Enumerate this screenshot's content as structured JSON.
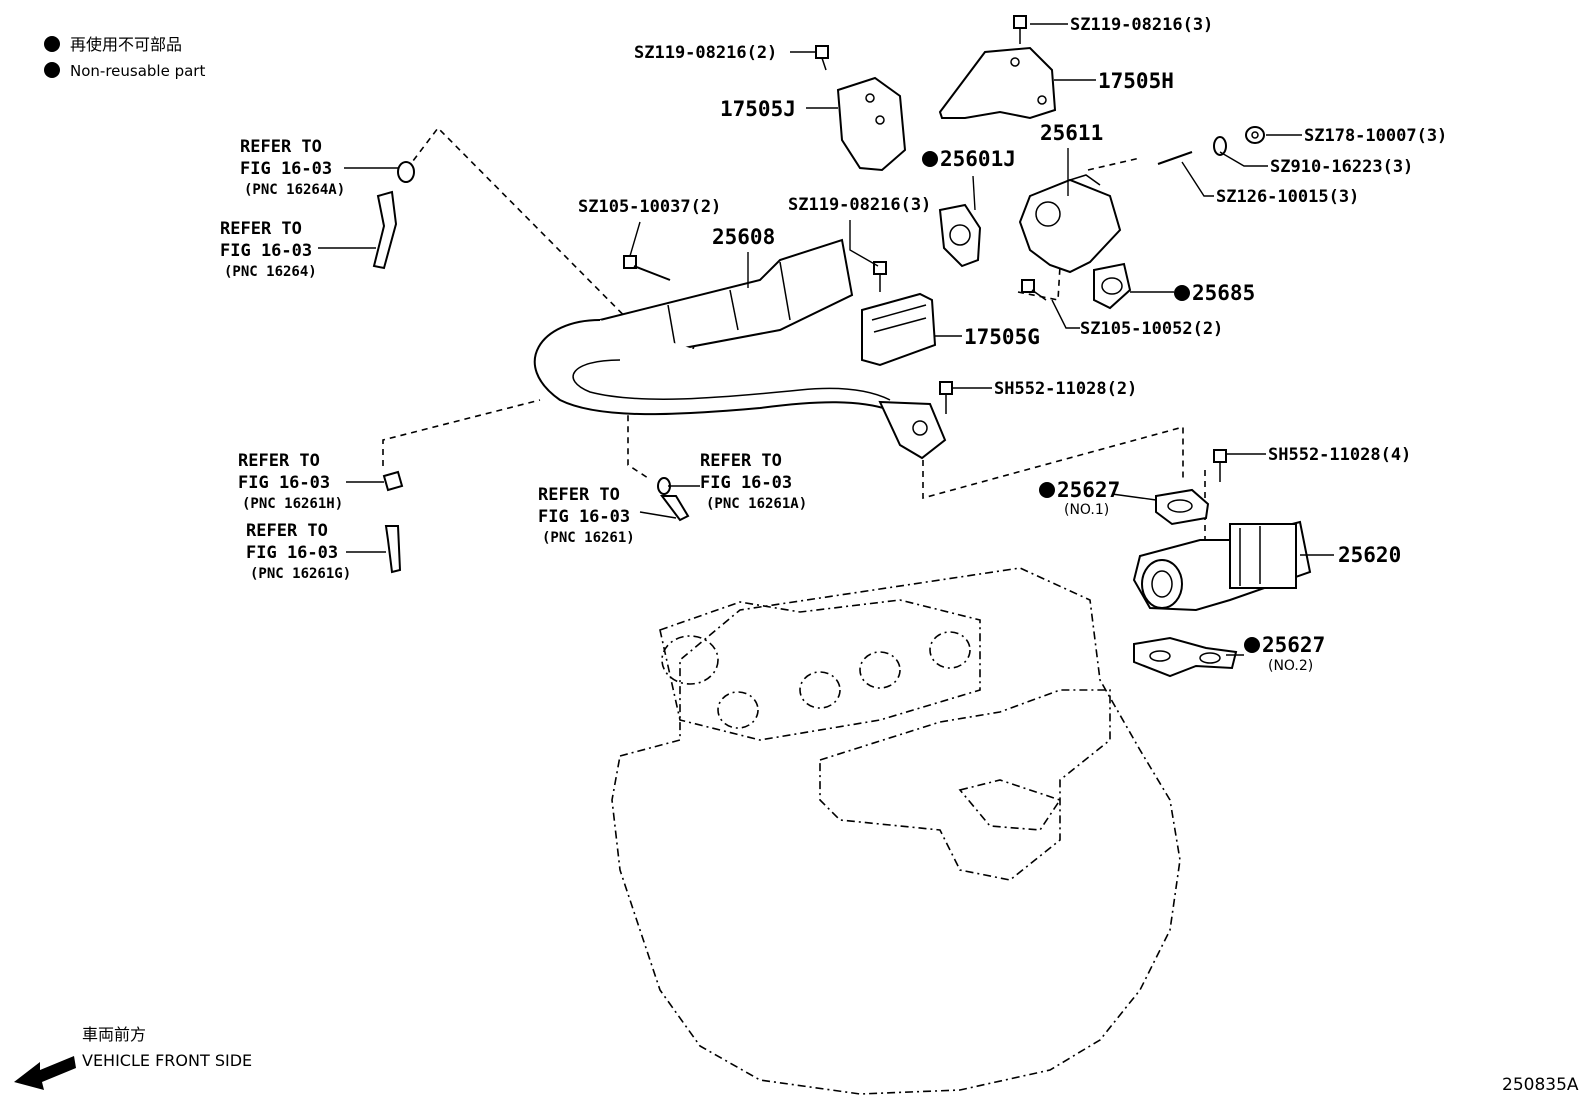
{
  "legend": {
    "items": [
      {
        "text": "再使用不可部品"
      },
      {
        "text": "Non-reusable part"
      }
    ]
  },
  "parts": {
    "sz119_top_right": "SZ119-08216(3)",
    "sz119_top_left": "SZ119-08216(2)",
    "p17505H": "17505H",
    "p17505J": "17505J",
    "p25611": "25611",
    "sz178": "SZ178-10007(3)",
    "sz910": "SZ910-16223(3)",
    "sz126": "SZ126-10015(3)",
    "p25601J": "25601J",
    "p25685": "25685",
    "sz105_10052": "SZ105-10052(2)",
    "p17505G": "17505G",
    "sz105_10037": "SZ105-10037(2)",
    "p25608": "25608",
    "sz119_mid": "SZ119-08216(3)",
    "sh552_2": "SH552-11028(2)",
    "sh552_4": "SH552-11028(4)",
    "p25627_1": "25627",
    "p25627_1_sub": "(NO.1)",
    "p25620": "25620",
    "p25627_2": "25627",
    "p25627_2_sub": "(NO.2)"
  },
  "refs": {
    "r1": {
      "l1": "REFER TO",
      "l2": "FIG 16-03",
      "l3": "(PNC 16264A)"
    },
    "r2": {
      "l1": "REFER TO",
      "l2": "FIG 16-03",
      "l3": "(PNC 16264)"
    },
    "r3": {
      "l1": "REFER TO",
      "l2": "FIG 16-03",
      "l3": "(PNC 16261H)"
    },
    "r4": {
      "l1": "REFER TO",
      "l2": "FIG 16-03",
      "l3": "(PNC 16261G)"
    },
    "r5": {
      "l1": "REFER TO",
      "l2": "FIG 16-03",
      "l3": "(PNC 16261)"
    },
    "r6": {
      "l1": "REFER TO",
      "l2": "FIG 16-03",
      "l3": "(PNC 16261A)"
    }
  },
  "footer": {
    "direction_jp": "車両前方",
    "direction_en": "VEHICLE FRONT SIDE",
    "figure_id": "250835A"
  }
}
